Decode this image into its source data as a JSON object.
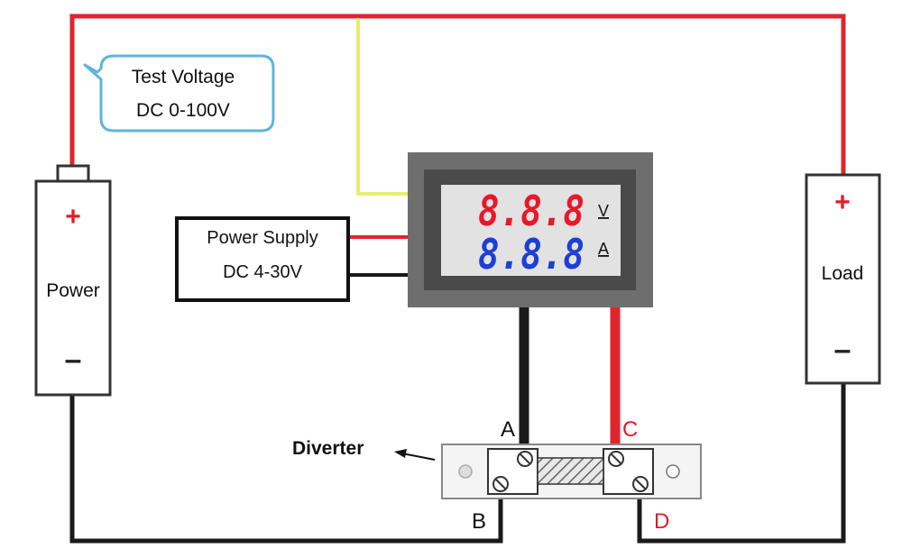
{
  "callout": {
    "line1": "Test Voltage",
    "line2": "DC 0-100V"
  },
  "power_supply": {
    "line1": "Power Supply",
    "line2": "DC 4-30V"
  },
  "battery": {
    "plus": "+",
    "label": "Power",
    "minus": "–"
  },
  "load": {
    "plus": "+",
    "label": "Load",
    "minus": "–"
  },
  "meter": {
    "voltage_digits": "8.8.8",
    "voltage_unit": "V",
    "current_digits": "8.8.8",
    "current_unit": "A"
  },
  "shunt": {
    "label": "Diverter",
    "terminal_a": "A",
    "terminal_b": "B",
    "terminal_c": "C",
    "terminal_d": "D"
  },
  "colors": {
    "wire_red": "#e0242e",
    "wire_black": "#1a1a1a",
    "wire_yellow": "#e6ee70",
    "display_red": "#e8182b",
    "display_blue": "#1d3fd6",
    "callout_border": "#5fb4dc",
    "label_red": "#e21b2b"
  }
}
